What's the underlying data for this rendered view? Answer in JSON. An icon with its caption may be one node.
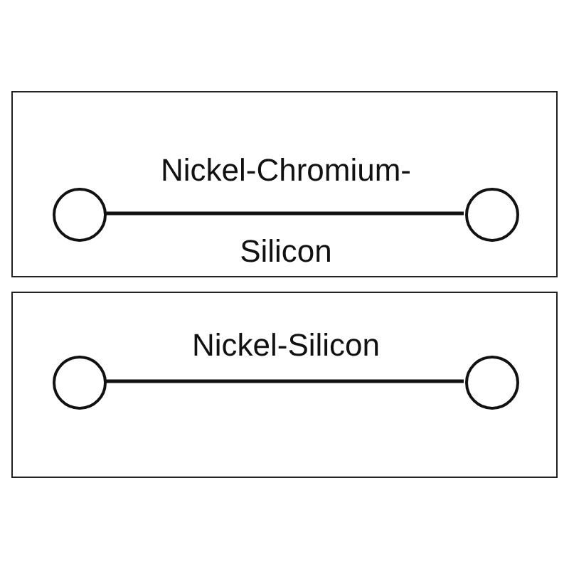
{
  "diagram": {
    "nodes": [
      {
        "text": [
          "Nickel-Chromium-Silicon"
        ]
      },
      {
        "text": [],
        "shape": "circle",
        "in": 0
      },
      {
        "text": [],
        "shape": "circle",
        "in": 0
      },
      {
        "text": [
          "Nickel-Silicon"
        ]
      },
      {
        "text": [],
        "shape": "circle",
        "in": 3
      },
      {
        "text": [],
        "shape": "circle",
        "in": 3
      }
    ],
    "edges": [
      {
        "from": 1,
        "to": 2,
        "arrow": "none"
      },
      {
        "from": 4,
        "to": 5,
        "arrow": "none"
      }
    ]
  }
}
